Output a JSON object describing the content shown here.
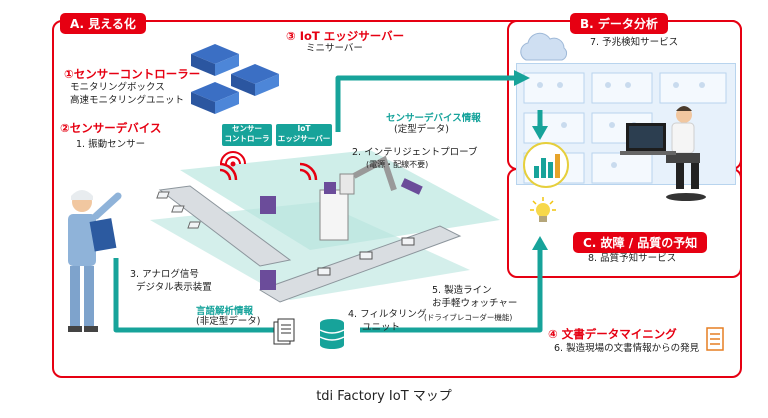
{
  "colors": {
    "red": "#e60012",
    "teal": "#17a39a",
    "blue_bg": "#e7f1fb"
  },
  "section_a": {
    "title": "A. 見える化",
    "controller": {
      "title": "①センサーコントローラー",
      "line1": "モニタリングボックス",
      "line2": "高速モニタリングユニット"
    },
    "device": {
      "title": "②センサーデバイス",
      "item1": "1. 振動センサー"
    },
    "edge": {
      "title": "③ IoT エッジサーバー",
      "sub": "ミニサーバー"
    },
    "sensor_info": {
      "title": "センサーデバイス情報",
      "sub": "(定型データ)"
    },
    "probe": {
      "title": "2. インテリジェントプローブ",
      "sub": "(電源・配線不要)"
    },
    "box_controller": {
      "line1": "センサー",
      "line2": "コントローラー"
    },
    "box_edge": {
      "line1": "IoT",
      "line2": "エッジサーバー"
    },
    "analog": {
      "line1": "3. アナログ信号",
      "line2": "デジタル表示装置"
    },
    "lang_info": {
      "title": "言語解析情報",
      "sub": "(非定型データ)"
    },
    "filter": {
      "line1": "4. フィルタリング",
      "line2": "ユニット"
    },
    "line": {
      "line1": "5. 製造ライン",
      "line2": "お手軽ウォッチャー",
      "sub": "(ドライブレコーダー機能)"
    }
  },
  "section_b": {
    "title": "B. データ分析",
    "item": "7. 予兆検知サービス"
  },
  "section_c": {
    "title": "C. 故障 / 品質の予知",
    "item": "8. 品質予知サービス"
  },
  "section_4": {
    "title": "④ 文書データマイニング",
    "item": "6. 製造現場の文書情報からの発見"
  },
  "caption": "tdi Factory IoT マップ"
}
